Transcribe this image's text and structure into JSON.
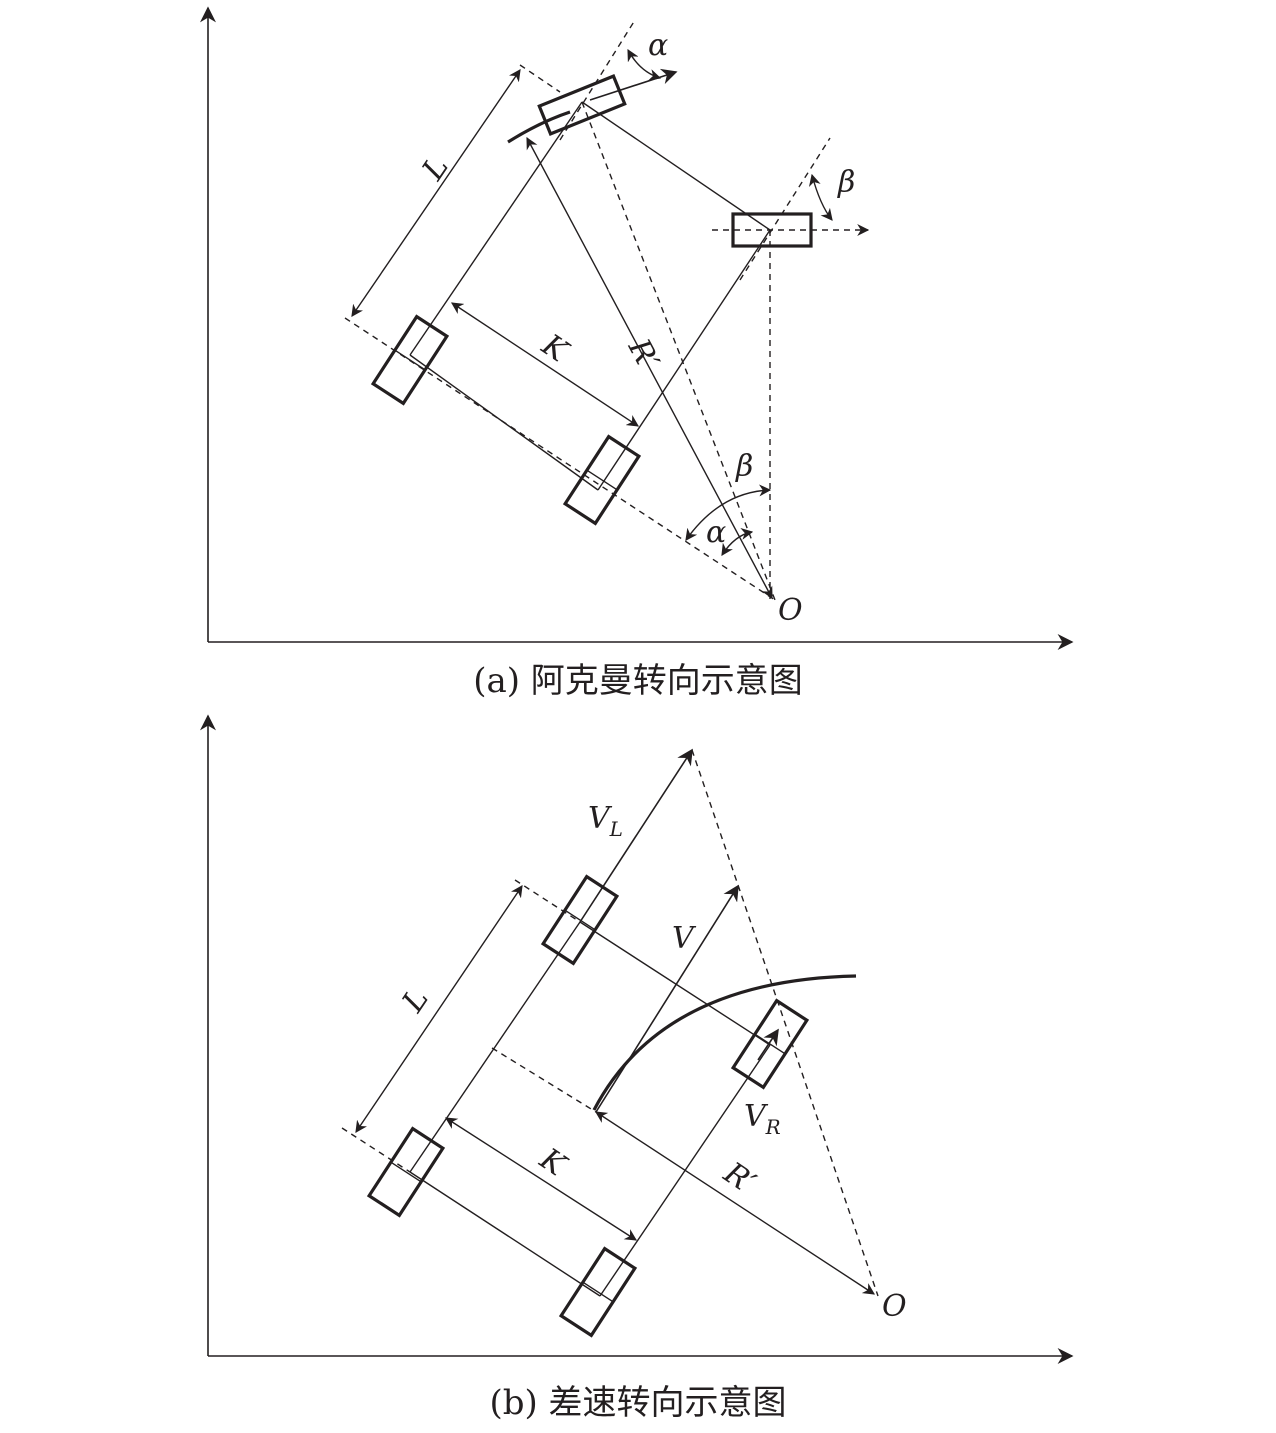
{
  "diagram_a": {
    "caption": "(a) 阿克曼转向示意图",
    "labels": {
      "L": "L",
      "K": "K",
      "R": "R′",
      "O": "O",
      "alpha": "α",
      "beta": "β"
    }
  },
  "diagram_b": {
    "caption": "(b) 差速转向示意图",
    "labels": {
      "L": "L",
      "K": "K",
      "R": "R′",
      "O": "O",
      "V": "V",
      "VL_main": "V",
      "VL_sub": "L",
      "VR_main": "V",
      "VR_sub": "R"
    }
  }
}
